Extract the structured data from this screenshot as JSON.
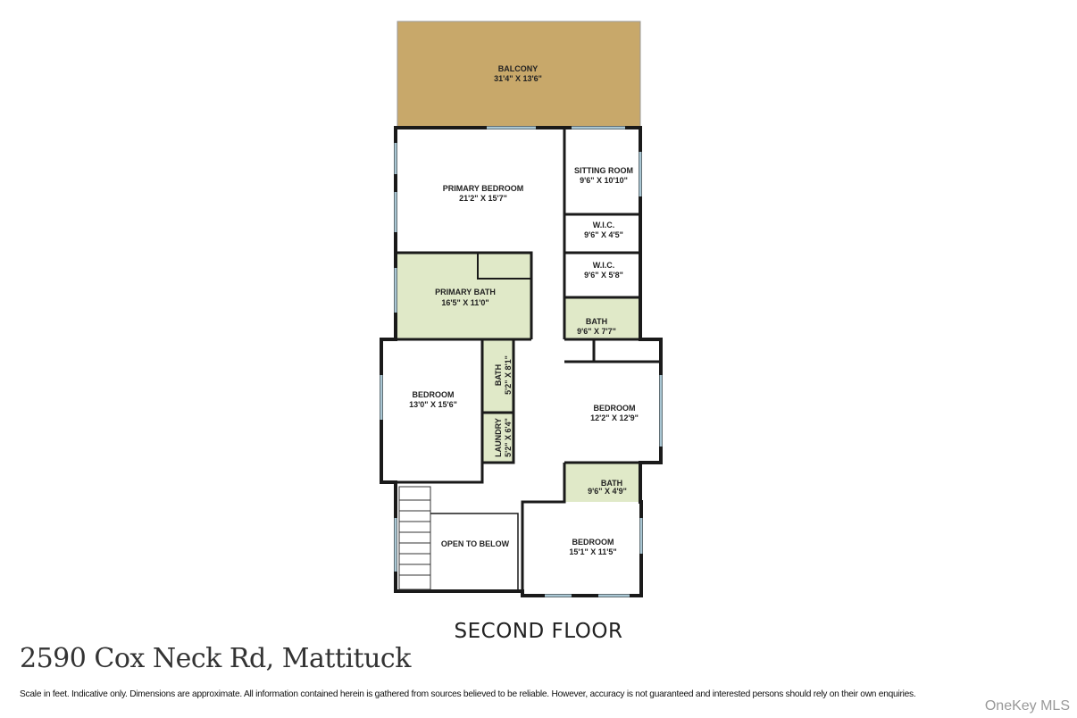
{
  "colors": {
    "balcony": "#c8a86a",
    "wet_room": "#e0e9c8",
    "wall": "#1a1a1a",
    "window": "#a9c6d3"
  },
  "rooms": {
    "balcony": {
      "name": "BALCONY",
      "size": "31'4\" X 13'6\""
    },
    "primary_bedroom": {
      "name": "PRIMARY BEDROOM",
      "size": "21'2\" X 15'7\""
    },
    "sitting_room": {
      "name": "SITTING ROOM",
      "size": "9'6\" X 10'10\""
    },
    "wic_1": {
      "name": "W.I.C.",
      "size": "9'6\" X 4'5\""
    },
    "wic_2": {
      "name": "W.I.C.",
      "size": "9'6\" X 5'8\""
    },
    "primary_bath": {
      "name": "PRIMARY BATH",
      "size": "16'5\" X 11'0\""
    },
    "bath_right": {
      "name": "BATH",
      "size": "9'6\" X 7'7\""
    },
    "bedroom_left": {
      "name": "BEDROOM",
      "size": "13'0\" X 15'6\""
    },
    "bath_small": {
      "name": "BATH",
      "size": "5'2\" X 8'1\""
    },
    "laundry": {
      "name": "LAUNDRY",
      "size": "5'2\" X 6'4\""
    },
    "bedroom_right": {
      "name": "BEDROOM",
      "size": "12'2\" X 12'9\""
    },
    "bath_lower": {
      "name": "BATH",
      "size": "9'6\" X 4'9\""
    },
    "bedroom_bottom": {
      "name": "BEDROOM",
      "size": "15'1\" X 11'5\""
    },
    "open_to_below": {
      "name": "OPEN TO BELOW"
    }
  },
  "floor_title": "SECOND FLOOR",
  "address": "2590 Cox Neck Rd, Mattituck",
  "disclaimer": "Scale in feet. Indicative only. Dimensions are approximate. All information contained herein is gathered from sources believed to be reliable. However, accuracy is not guaranteed and interested persons should rely on their own enquiries.",
  "watermark": "OneKey MLS"
}
